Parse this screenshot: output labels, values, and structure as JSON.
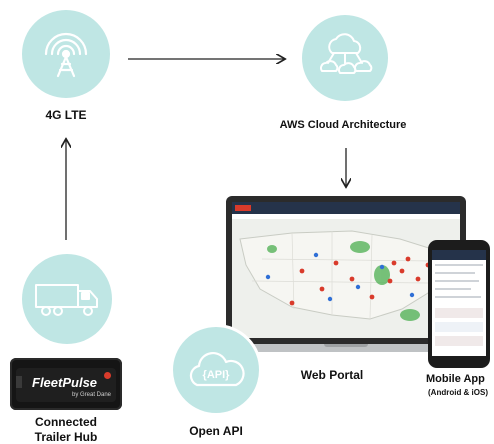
{
  "nodes": {
    "lte": {
      "label": "4G LTE",
      "icon": "antenna-icon"
    },
    "aws": {
      "label": "AWS Cloud Architecture",
      "icon": "cloud-network-icon"
    },
    "web": {
      "label": "Web Portal"
    },
    "mobile": {
      "label": "Mobile App",
      "sublabel": "(Android & iOS)"
    },
    "api": {
      "label": "Open API",
      "icon_text": "{API}"
    },
    "hub": {
      "label_line1": "Connected",
      "label_line2": "Trailer Hub",
      "icon": "truck-icon"
    }
  },
  "device": {
    "brand": "FleetPulse",
    "tagline": "by Great Dane"
  },
  "colors": {
    "circle": "#bfe6e4",
    "circle_stroke": "#ffffff",
    "arrow": "#222222",
    "map_land": "#eef0ec",
    "map_marker_red": "#d93b2b",
    "map_marker_blue": "#2f6fd6"
  }
}
